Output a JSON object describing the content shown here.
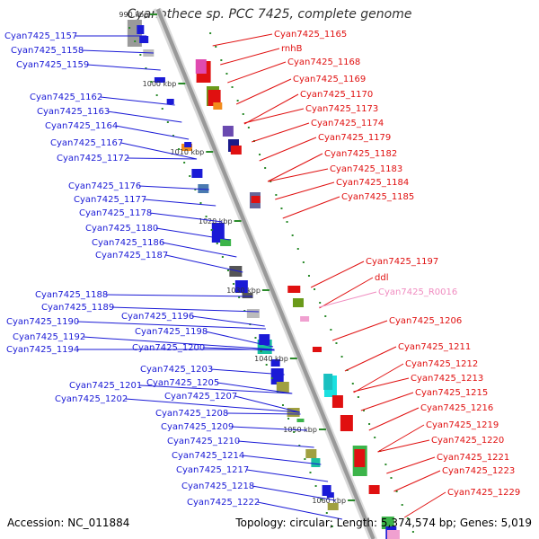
{
  "title": "Cyanothece sp. PCC 7425, complete genome",
  "accession": "Accession: NC_011884",
  "summary": "Topology: circular; Length: 5,374,574 bp; Genes: 5,019",
  "colors": {
    "left_labels": "#1a1ad6",
    "right_labels": "#e01010",
    "rna_label": "#f08cc0",
    "backbone": "#999999",
    "tick": "#2a8a2a"
  },
  "scale_ticks": [
    "990 kbp",
    "1000 kbp",
    "1010 kbp",
    "1020 kbp",
    "1030 kbp",
    "1040 kbp",
    "1050 kbp",
    "1060 kbp"
  ],
  "left_genes": [
    "Cyan7425_1157",
    "Cyan7425_1158",
    "Cyan7425_1159",
    "Cyan7425_1162",
    "Cyan7425_1163",
    "Cyan7425_1164",
    "Cyan7425_1167",
    "Cyan7425_1172",
    "Cyan7425_1176",
    "Cyan7425_1177",
    "Cyan7425_1178",
    "Cyan7425_1180",
    "Cyan7425_1186",
    "Cyan7425_1187",
    "Cyan7425_1188",
    "Cyan7425_1189",
    "Cyan7425_1190",
    "Cyan7425_1196",
    "Cyan7425_1192",
    "Cyan7425_1198",
    "Cyan7425_1194",
    "Cyan7425_1200",
    "Cyan7425_1203",
    "Cyan7425_1201",
    "Cyan7425_1205",
    "Cyan7425_1202",
    "Cyan7425_1207",
    "Cyan7425_1208",
    "Cyan7425_1209",
    "Cyan7425_1210",
    "Cyan7425_1214",
    "Cyan7425_1217",
    "Cyan7425_1218",
    "Cyan7425_1222"
  ],
  "right_genes": [
    "Cyan7425_1165",
    "rnhB",
    "Cyan7425_1168",
    "Cyan7425_1169",
    "Cyan7425_1170",
    "Cyan7425_1173",
    "Cyan7425_1174",
    "Cyan7425_1179",
    "Cyan7425_1182",
    "Cyan7425_1183",
    "Cyan7425_1184",
    "Cyan7425_1185",
    "Cyan7425_1197",
    "ddl",
    "Cyan7425_R0016",
    "Cyan7425_1206",
    "Cyan7425_1211",
    "Cyan7425_1212",
    "Cyan7425_1213",
    "Cyan7425_1215",
    "Cyan7425_1216",
    "Cyan7425_1219",
    "Cyan7425_1220",
    "Cyan7425_1221",
    "Cyan7425_1223",
    "Cyan7425_1229"
  ]
}
